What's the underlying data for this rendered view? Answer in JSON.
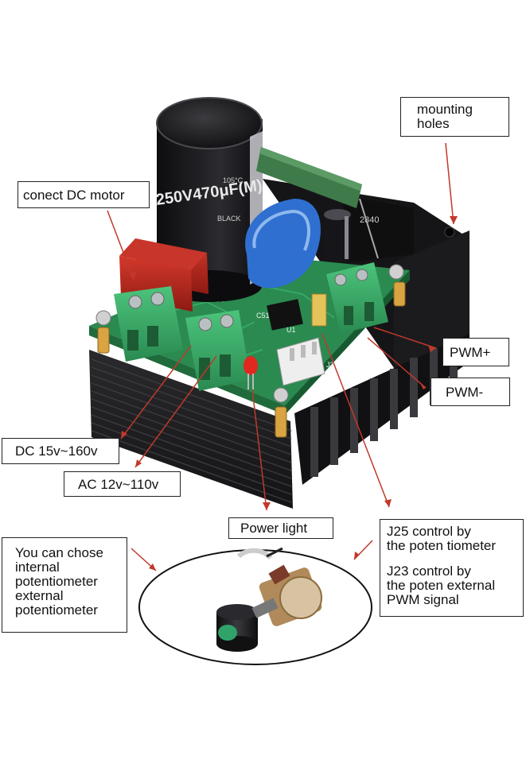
{
  "labels": {
    "mounting_holes": [
      "mounting",
      "holes"
    ],
    "conect_dc_motor": "conect DC motor",
    "pwm_plus": "PWM+",
    "pwm_minus": "PWM-",
    "dc_input": "DC 15v~160v",
    "ac_input": "AC 12v~110v",
    "power_light": "Power light",
    "potentiometer_choice": [
      "You can chose",
      "internal",
      "potentiometer",
      "external",
      "potentiometer"
    ],
    "j25": [
      "J25 control by",
      "the poten tiometer"
    ],
    "j23": [
      "J23 control by",
      "the poten external",
      "PWM signal"
    ]
  },
  "capacitor_print": {
    "rating": "250V470μF(M)",
    "temp": "105°C",
    "series": "BLACK"
  },
  "colors": {
    "heatsink": "#1c1c1e",
    "pcb": "#2e9e5a",
    "terminal": "#3bb06b",
    "cap_red": "#b3241c",
    "leader_line": "#c0392b"
  }
}
